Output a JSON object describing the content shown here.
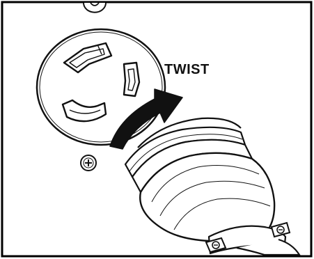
{
  "diagram": {
    "label_twist": "TWIST",
    "colors": {
      "ink": "#111111",
      "paper": "#ffffff",
      "frame": "#000000"
    },
    "icons": [
      "screw-icon",
      "twist-arrow-icon",
      "locking-receptacle",
      "locking-plug"
    ]
  }
}
